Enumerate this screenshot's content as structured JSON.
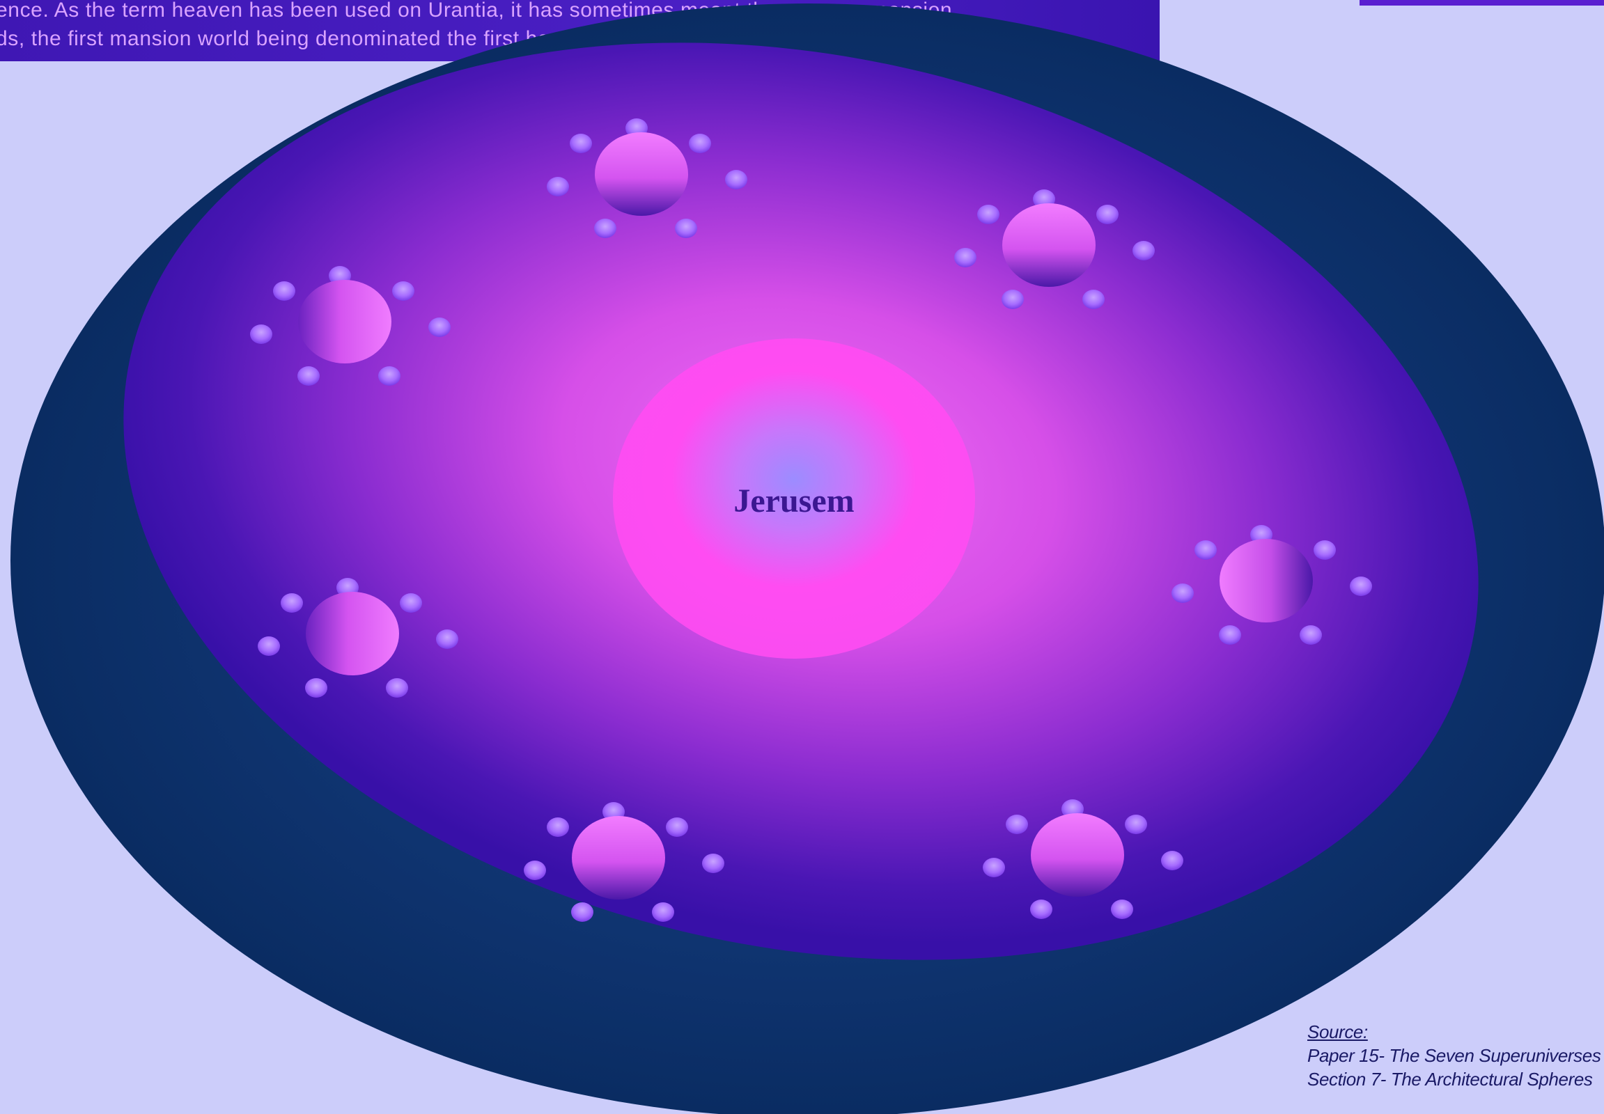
{
  "banner": {
    "line1": "ence. As the term heaven has been used on Urantia, it has sometimes meant these seven mansion",
    "line2": "ds, the first mansion world being denominated the first heaven, and so on to the seventh."
  },
  "diagram": {
    "center_label": "Jerusem",
    "mansion_world_count": 7,
    "satellites_per_world": 7,
    "colors": {
      "outer_ring": "#0b3066",
      "mid_ring": "#3a12b0",
      "inner_glow": "#e45af0",
      "jerusem_core": "#ff4ef0",
      "jerusem_center": "#9a86ff",
      "satellite": "#a26bff",
      "label": "#3b1791"
    }
  },
  "source": {
    "label": "Source:",
    "paper": "Paper 15- The Seven Superuniverses",
    "section": "Section 7- The Architectural Spheres"
  }
}
